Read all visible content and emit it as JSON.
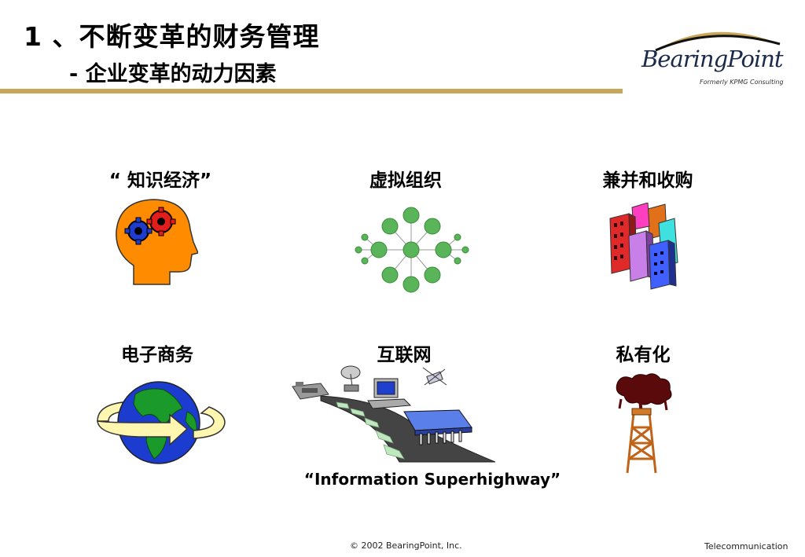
{
  "header": {
    "title": "1 、不断变革的财务管理",
    "subtitle": "- 企业变革的动力因素"
  },
  "logo": {
    "name": "BearingPoint",
    "tagline": "Formerly KPMG Consulting"
  },
  "items": [
    {
      "label": "“ 知识经济”",
      "icon": "head-gears-icon"
    },
    {
      "label": "虚拟组织",
      "icon": "network-nodes-icon"
    },
    {
      "label": "兼并和收购",
      "icon": "buildings-icon"
    },
    {
      "label": "电子商务",
      "icon": "globe-arrow-icon"
    },
    {
      "label": "互联网",
      "icon": "superhighway-icon"
    },
    {
      "label": "私有化",
      "icon": "oil-derrick-icon"
    }
  ],
  "caption": "“Information Superhighway”",
  "footer": {
    "copyright": "© 2002 BearingPoint, Inc.",
    "section": "Telecommunication"
  },
  "colors": {
    "rule": "#c8a75a",
    "node_green": "#5ab45a",
    "head_orange": "#ff8c00"
  }
}
